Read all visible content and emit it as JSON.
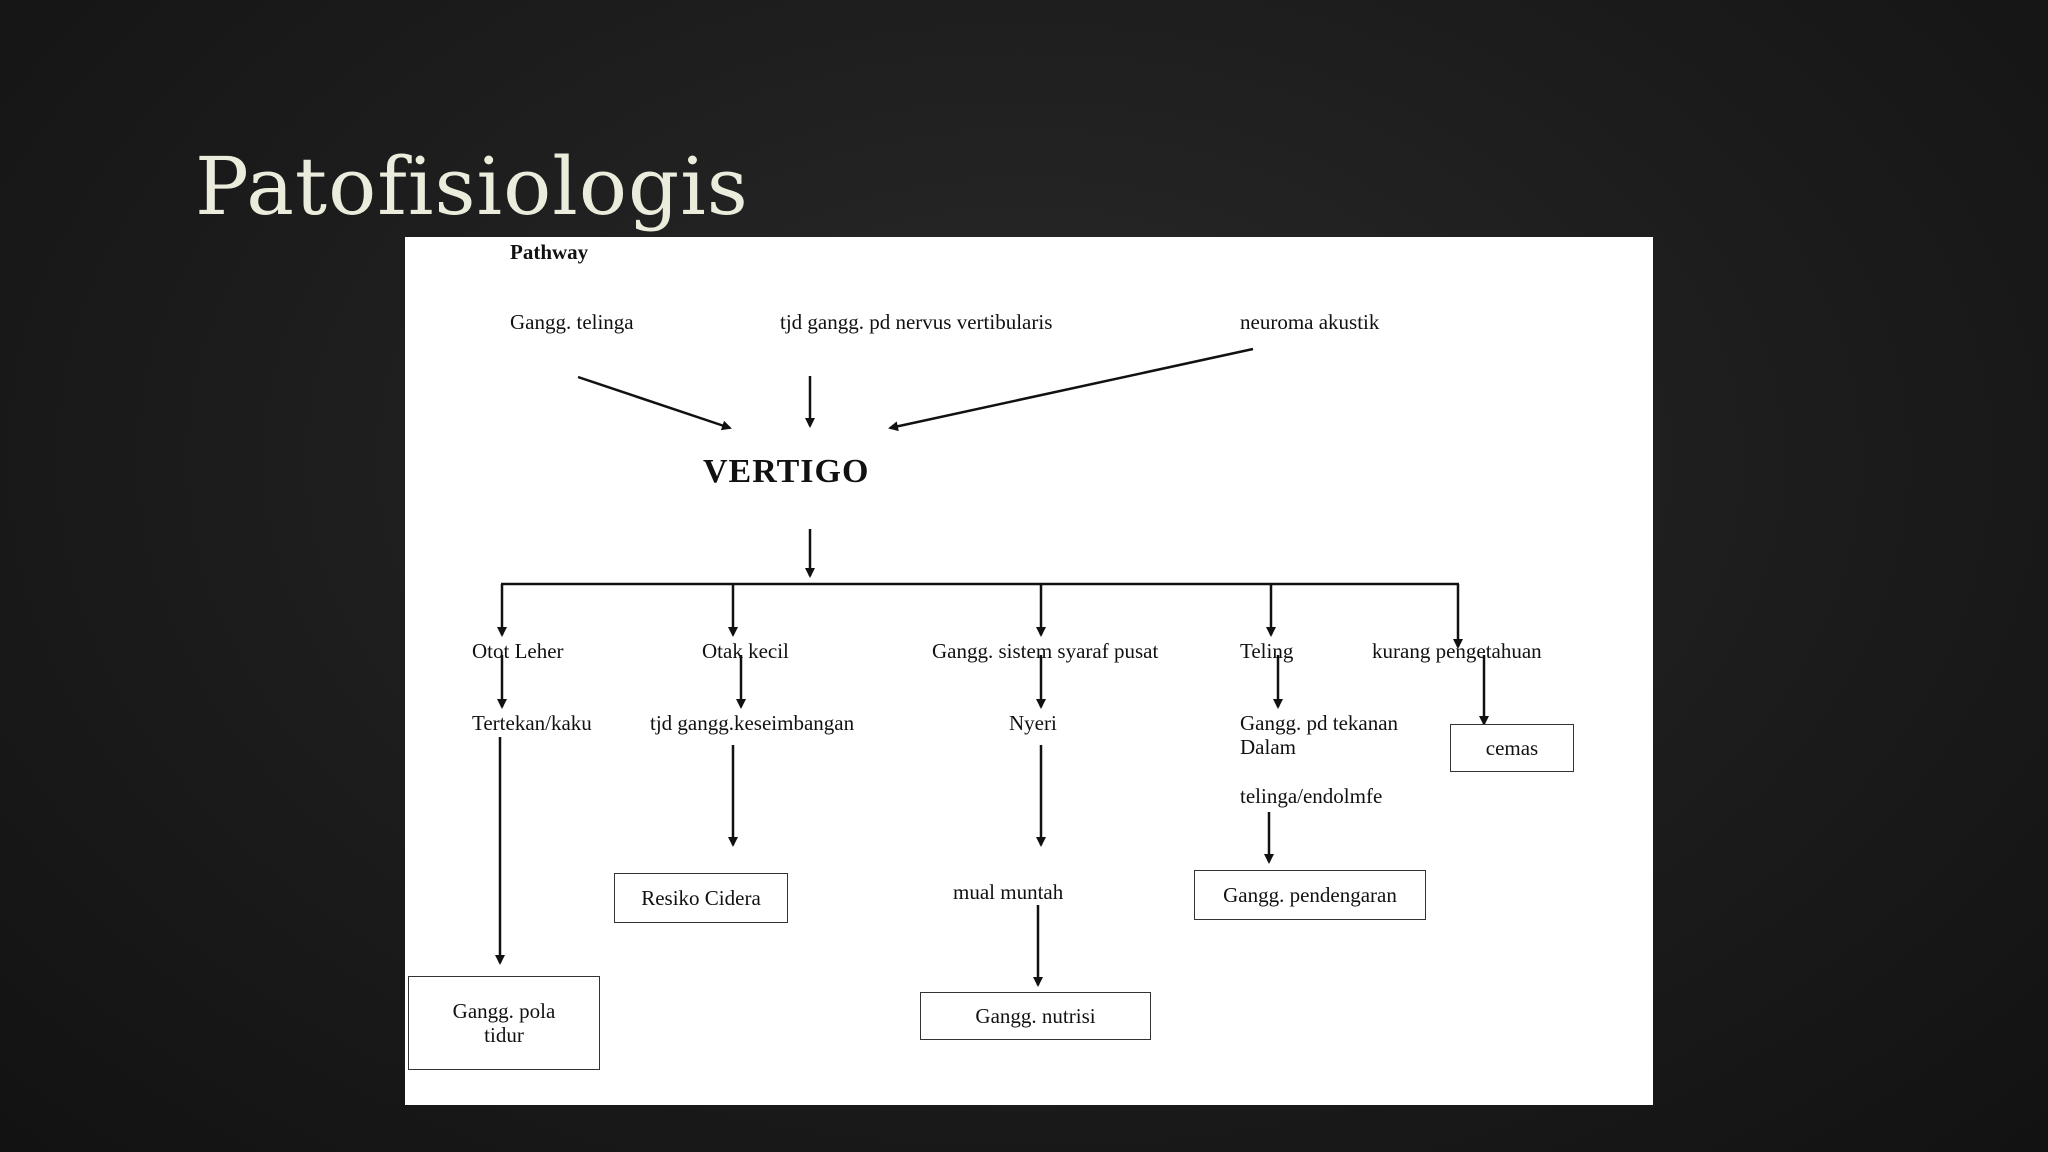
{
  "slide": {
    "title": "Patofisiologis"
  },
  "diagram": {
    "heading": "Pathway",
    "causes": [
      "Gangg. telinga",
      "tjd gangg. pd nervus vertibularis",
      "neuroma akustik"
    ],
    "center": "VERTIGO",
    "branches": {
      "otot_leher": "Otot Leher",
      "tertekan": "Tertekan/kaku",
      "pola_tidur_line1": "Gangg. pola",
      "pola_tidur_line2": "tidur",
      "otak_kecil": "Otak kecil",
      "keseimbangan": "tjd gangg.keseimbangan",
      "resiko": "Resiko Cidera",
      "sistem_syaraf": "Gangg. sistem syaraf pusat",
      "nyeri": "Nyeri",
      "mual": "mual muntah",
      "nutrisi": "Gangg. nutrisi",
      "teling": "Teling",
      "tekanan_line1": "Gangg. pd tekanan",
      "tekanan_line2": "Dalam",
      "endolmfe": "telinga/endolmfe",
      "pendengaran": "Gangg. pendengaran",
      "kurang": "kurang pengetahuan",
      "cemas": "cemas"
    }
  }
}
